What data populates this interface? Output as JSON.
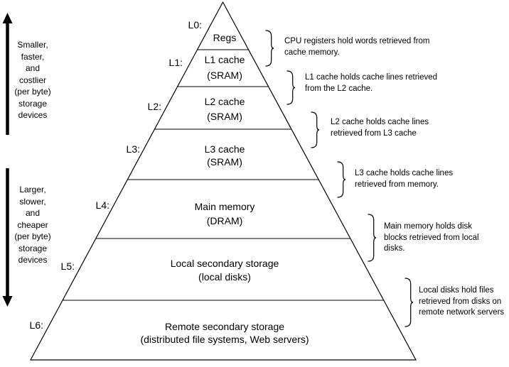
{
  "figure": {
    "left_labels": {
      "top": [
        "Smaller,",
        "faster,",
        "and",
        "costlier",
        "(per byte)",
        "storage",
        "devices"
      ],
      "bottom": [
        "Larger,",
        "slower,",
        "and",
        "cheaper",
        "(per byte)",
        "storage",
        "devices"
      ]
    },
    "levels": [
      {
        "id": "L0:",
        "line1": "Regs",
        "line2": ""
      },
      {
        "id": "L1:",
        "line1": "L1 cache",
        "line2": "(SRAM)"
      },
      {
        "id": "L2:",
        "line1": "L2 cache",
        "line2": "(SRAM)"
      },
      {
        "id": "L3:",
        "line1": "L3 cache",
        "line2": "(SRAM)"
      },
      {
        "id": "L4:",
        "line1": "Main memory",
        "line2": "(DRAM)"
      },
      {
        "id": "L5:",
        "line1": "Local secondary storage",
        "line2": "(local disks)"
      },
      {
        "id": "L6:",
        "line1": "Remote secondary storage",
        "line2": "(distributed file systems, Web servers)"
      }
    ],
    "annotations": [
      {
        "line1": "CPU registers hold words retrieved from",
        "line2": "cache memory.",
        "line3": ""
      },
      {
        "line1": "L1 cache holds cache lines retrieved",
        "line2": "from the L2 cache.",
        "line3": ""
      },
      {
        "line1": "L2 cache holds cache lines",
        "line2": "retrieved from L3 cache",
        "line3": ""
      },
      {
        "line1": "L3 cache holds cache lines",
        "line2": "retrieved from memory.",
        "line3": ""
      },
      {
        "line1": "Main memory holds disk",
        "line2": "blocks retrieved from local",
        "line3": "disks."
      },
      {
        "line1": "Local disks hold files",
        "line2": "retrieved from disks on",
        "line3": "remote network servers"
      }
    ],
    "colors": {
      "line": "#000000",
      "text": "#000000",
      "background": "#ffffff"
    }
  }
}
